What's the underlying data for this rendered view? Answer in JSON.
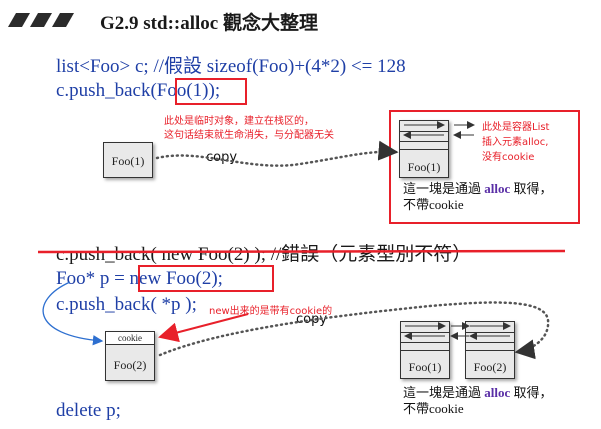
{
  "header": {
    "title": "G2.9 std::alloc 觀念大整理"
  },
  "code": {
    "line1": "list<Foo> c;   //假設 sizeof(Foo)+(4*2) <= 128",
    "line2_prefix": "c.push_back(",
    "line2_highlight": "Foo(1)",
    "line2_suffix": ");",
    "line3_strike": "c.push_back( new Foo(2) );  //錯誤（元素型別不符）",
    "line4_prefix": "Foo* p = ",
    "line4_highlight": "new Foo(2);",
    "line5": "c.push_back( *p );",
    "line6": "delete p;"
  },
  "notes": {
    "temp_object": "此处是临时对象，建立在栈区的，\n这句话结束就生命消失，与分配器无关",
    "container_list": "此处是容器List\n插入元素alloc,\n没有cookie",
    "new_cookie": "new出来的是带有cookie的"
  },
  "diagram": {
    "foo1_temp": "Foo(1)",
    "foo1_node": "Foo(1)",
    "foo2_heap": "Foo(2)",
    "cookie_label": "cookie",
    "foo1_node_b": "Foo(1)",
    "foo2_node_b": "Foo(2)",
    "copy_label_1": "copy",
    "copy_label_2": "copy"
  },
  "captions": {
    "top_pre": "這一塊是通過 ",
    "top_bold": "alloc",
    "top_post": " 取得，",
    "top_line2": "不帶cookie",
    "bottom_pre": "這一塊是通過 ",
    "bottom_bold": "alloc",
    "bottom_post": " 取得，",
    "bottom_line2": "不帶cookie"
  },
  "colors": {
    "code_blue": "#1f3fa6",
    "annotation_red": "#e8202a",
    "header_bar": "#2b2b2b",
    "alloc_purple": "#5a2fa6"
  }
}
